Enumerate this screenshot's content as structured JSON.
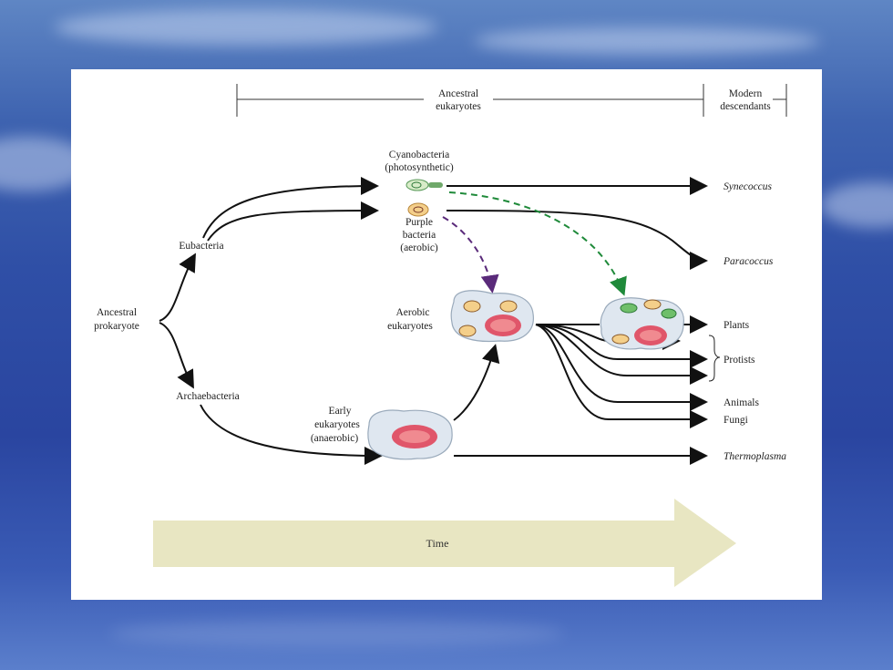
{
  "header": {
    "ancestral_line1": "Ancestral",
    "ancestral_line2": "eukaryotes",
    "modern_line1": "Modern",
    "modern_line2": "descendants"
  },
  "nodes": {
    "ancestral_prokaryote_1": "Ancestral",
    "ancestral_prokaryote_2": "prokaryote",
    "eubacteria": "Eubacteria",
    "archaebacteria": "Archaebacteria",
    "cyanobacteria_1": "Cyanobacteria",
    "cyanobacteria_2": "(photosynthetic)",
    "purple_1": "Purple",
    "purple_2": "bacteria",
    "purple_3": "(aerobic)",
    "aerobic_1": "Aerobic",
    "aerobic_2": "eukaryotes",
    "early_1": "Early",
    "early_2": "eukaryotes",
    "early_3": "(anaerobic)"
  },
  "descendants": {
    "synecoccus": "Synecoccus",
    "paracoccus": "Paracoccus",
    "plants": "Plants",
    "protists": "Protists",
    "animals": "Animals",
    "fungi": "Fungi",
    "thermoplasma": "Thermoplasma"
  },
  "time_label": "Time",
  "colors": {
    "purple_dashed": "#5a2a7a",
    "green_dashed": "#1f8a3a",
    "time_arrow": "#e8e6c2",
    "cell_fill": "#dfe7f0",
    "nucleus": "#e0566a"
  }
}
